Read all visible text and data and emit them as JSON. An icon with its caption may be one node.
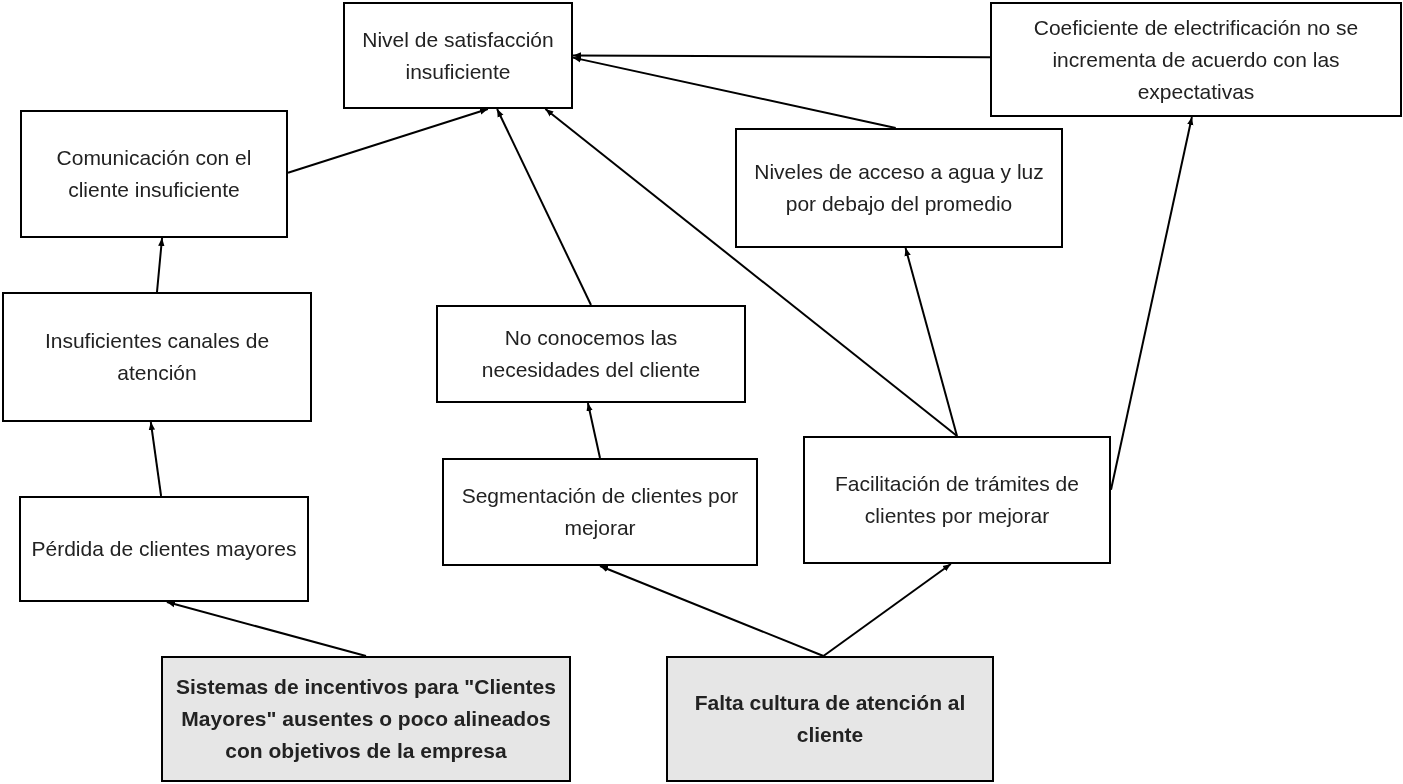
{
  "diagram": {
    "nodes": [
      {
        "text": [
          "Nivel de satisfacción insuficiente"
        ]
      },
      {
        "text": [
          "Coeficiente de electrificación no se incrementa de acuerdo con las expectativas"
        ]
      },
      {
        "text": [
          "Comunicación con el cliente insuficiente"
        ]
      },
      {
        "text": [
          "Niveles de acceso a agua y luz por debajo del promedio"
        ]
      },
      {
        "text": [
          "Insuficientes canales de atención"
        ]
      },
      {
        "text": [
          "No conocemos las necesidades del cliente"
        ]
      },
      {
        "text": [
          "Segmentación de clientes por mejorar"
        ]
      },
      {
        "text": [
          "Facilitación de trámites de clientes por mejorar"
        ]
      },
      {
        "text": [
          "Pérdida de clientes mayores"
        ]
      },
      {
        "text": [
          "Sistemas de incentivos para \"Clientes Mayores\" ausentes o poco alineados con objetivos de la empresa"
        ]
      },
      {
        "text": [
          "Falta cultura de atención al cliente"
        ]
      }
    ],
    "edges": [
      {
        "from": 2,
        "to": 0,
        "arrow": "to"
      },
      {
        "from": 1,
        "to": 0,
        "arrow": "to"
      },
      {
        "from": 3,
        "to": 0,
        "arrow": "to"
      },
      {
        "from": 5,
        "to": 0,
        "arrow": "to"
      },
      {
        "from": 7,
        "to": 0,
        "arrow": "to"
      },
      {
        "from": 4,
        "to": 2,
        "arrow": "to"
      },
      {
        "from": 8,
        "to": 4,
        "arrow": "to"
      },
      {
        "from": 6,
        "to": 5,
        "arrow": "to"
      },
      {
        "from": 7,
        "to": 3,
        "arrow": "to"
      },
      {
        "from": 7,
        "to": 1,
        "arrow": "to"
      },
      {
        "from": 9,
        "to": 8,
        "arrow": "to"
      },
      {
        "from": 10,
        "to": 6,
        "arrow": "to"
      },
      {
        "from": 10,
        "to": 7,
        "arrow": "to"
      }
    ]
  }
}
